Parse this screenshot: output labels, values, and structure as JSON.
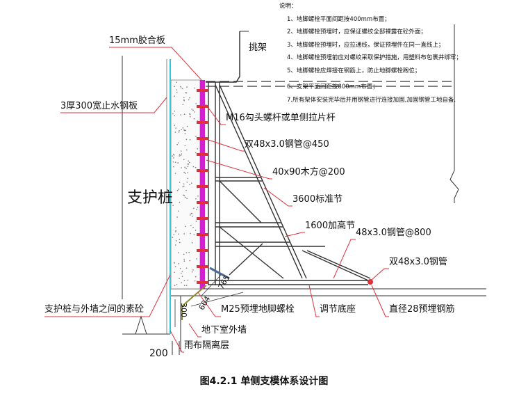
{
  "notes": {
    "title": "说明：",
    "items": [
      "1、地脚螺栓平面间距按400mm布置；",
      "2、地脚螺栓预埋时，应保证螺纹全部裸露在砼外面；",
      "3、地脚螺栓预埋时，应拉通线，保证预埋件在同一直线上；",
      "4、地脚螺栓预埋前应对螺纹采取保护措施，用塑料布包裹并绑牢；",
      "5、地脚螺栓应焊接在钢筋上，防止地脚螺栓跑位；",
      "6、支架平面间距按800mm布置；",
      "7.所有架体安装完毕后并用钢管进行连接加固,加固钢管工地自备."
    ]
  },
  "labels": {
    "plywood": "15mm胶合板",
    "cantilever": "挑架",
    "waterstop": "3厚300宽止水钢板",
    "tie_rod": "M16勾头螺杆或单侧拉片杆",
    "double_pipe_450": "双48x3.0钢管@450",
    "timber": "40x90木方@200",
    "standard_section": "3600标准节",
    "extension_section": "1600加高节",
    "pipe_800": "48x3.0钢管@800",
    "double_pipe": "双48x3.0钢管",
    "pile": "支护桩",
    "plain_concrete": "支护桩与外墙之间的素砼",
    "anchor_bolt": "M25预埋地脚螺栓",
    "adjust_base": "调节底座",
    "rebar": "直径28预埋钢筋",
    "basement_wall": "地下室外墙",
    "isolation": "雨布隔离层"
  },
  "dimensions": {
    "d300": "300",
    "d604": "604",
    "d765": "765",
    "d200": "200"
  },
  "caption": "图4.2.1   单侧支模体系设计图",
  "colors": {
    "leader": "#e0303a",
    "plywood": "#d020d0",
    "membrane": "#2ec8d8",
    "line": "#222222"
  }
}
